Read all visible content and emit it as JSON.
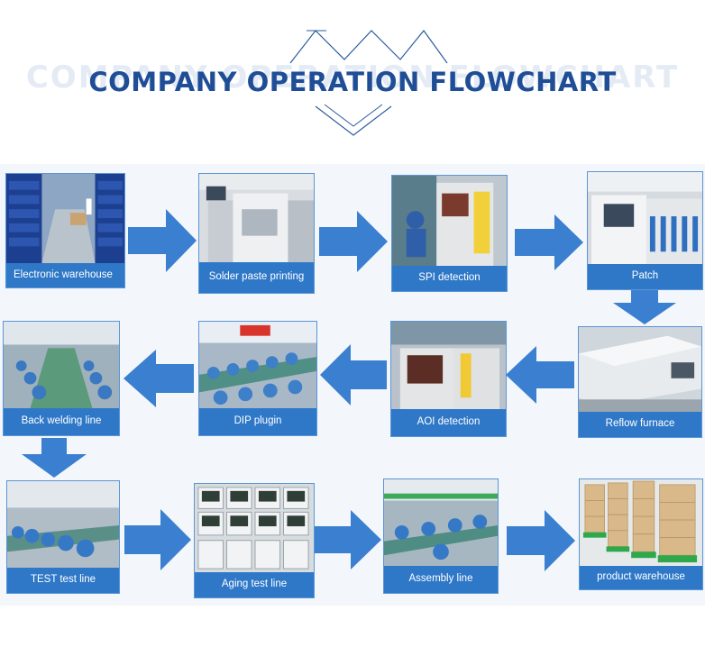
{
  "header": {
    "title": "COMPANY OPERATION FLOWCHART",
    "ghost_title": "COMPANY OPERATION FLOWCHART"
  },
  "steps": [
    {
      "label": "Electronic warehouse"
    },
    {
      "label": "Solder paste printing"
    },
    {
      "label": "SPI detection"
    },
    {
      "label": "Patch"
    },
    {
      "label": "Reflow furnace"
    },
    {
      "label": "AOI detection"
    },
    {
      "label": "DIP plugin"
    },
    {
      "label": "Back welding line"
    },
    {
      "label": "TEST test line"
    },
    {
      "label": "Aging test line"
    },
    {
      "label": "Assembly line"
    },
    {
      "label": "product warehouse"
    }
  ],
  "colors": {
    "title": "#1f4e97",
    "caption_bar": "#2f78c8",
    "arrow": "#3a7fd0"
  }
}
